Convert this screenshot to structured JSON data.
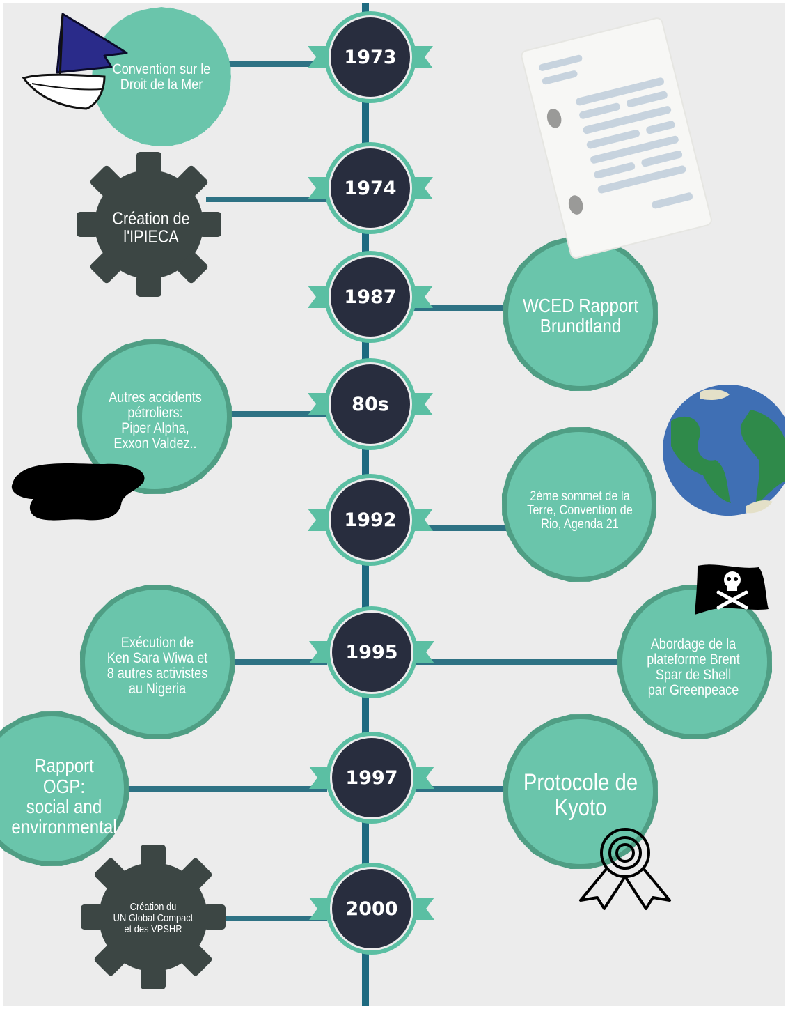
{
  "timeline": {
    "years": [
      "1973",
      "1974",
      "1987",
      "80s",
      "1992",
      "1995",
      "1997",
      "2000"
    ],
    "events": {
      "e1973": "Convention sur le\nDroit de la Mer",
      "e1974": "Création de\nl'IPIECA",
      "e1987": "WCED Rapport\nBrundtland",
      "e80s": "Autres accidents\npétroliers:\nPiper Alpha,\nExxon Valdez..",
      "e1992": "2ème sommet de la\nTerre, Convention de\nRio, Agenda 21",
      "e1995_left": "Exécution de\nKen Sara Wiwa et\n8 autres activistes\nau Nigeria",
      "e1995_right": "Abordage de la\nplateforme Brent\nSpar de Shell\npar Greenpeace",
      "e1997_left": "Rapport OGP:\nsocial and\nenvironmental",
      "e1997_right": "Protocole de\nKyoto",
      "e2000": "Création du\nUN Global Compact\net des VPSHR"
    }
  },
  "colors": {
    "background": "#ececec",
    "teal": "#6ac5ab",
    "teal_dark": "#4f9e84",
    "spine": "#1e6a80",
    "connector": "#2e7284",
    "year_circle": "#282d3e",
    "gear": "#3c4644"
  },
  "icons": [
    "sailboat-icon",
    "document-icon",
    "earth-globe-icon",
    "oil-spill-icon",
    "pirate-flag-icon",
    "award-ribbon-icon"
  ]
}
